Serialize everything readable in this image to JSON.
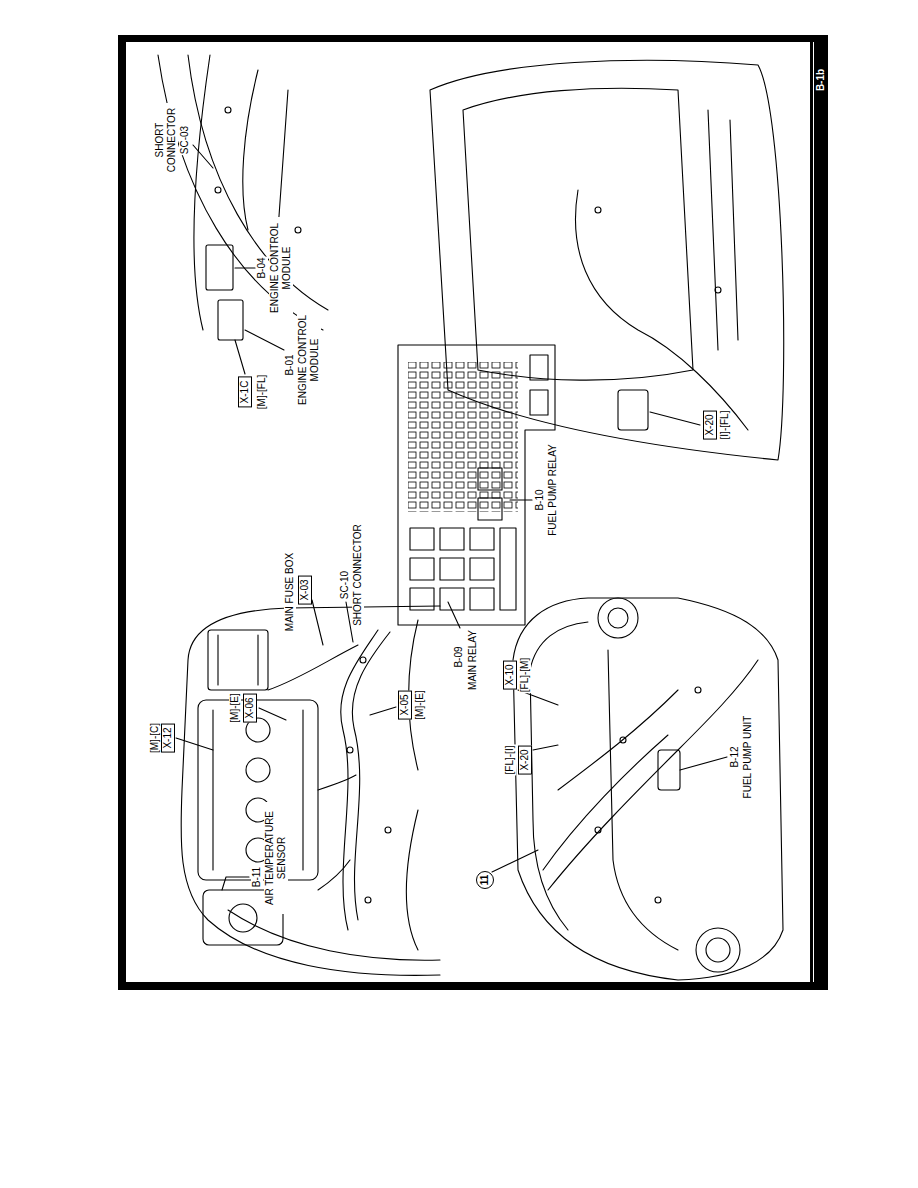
{
  "diagram": {
    "nodes": [
      {
        "text": [
          "X-12"
        ]
      },
      {
        "text": [
          "X-06"
        ]
      },
      {
        "text": [
          "X-03"
        ]
      },
      {
        "text": [
          "X-05"
        ]
      },
      {
        "text": [
          "X-20"
        ]
      },
      {
        "text": [
          "X-10"
        ]
      },
      {
        "text": [
          "11"
        ]
      },
      {
        "text": [
          "X-1C"
        ]
      },
      {
        "text": [
          "X-20"
        ]
      }
    ],
    "labels": [
      "B-1b",
      "[M]-[C]",
      "[M]-[E]",
      "MAIN FUSE BOX",
      "SC-10",
      "SHORT CONNECTOR",
      "[M]-[E]",
      "B-11",
      "AIR TEMPERATURE SENSOR",
      "B-09",
      "MAIN RELAY",
      "B-10",
      "FUEL PUMP RELAY",
      "[FL]-[I]",
      "[FL]-[M]",
      "B-12",
      "FUEL PUMP UNIT",
      "[M]-[FL]",
      "B-01",
      "ENGINE CONTROL MODULE",
      "B-04",
      "ENGINE CONTROL MODULE",
      "SHORT CONNECTOR",
      "SC-03",
      "[I]-[FL]"
    ]
  }
}
